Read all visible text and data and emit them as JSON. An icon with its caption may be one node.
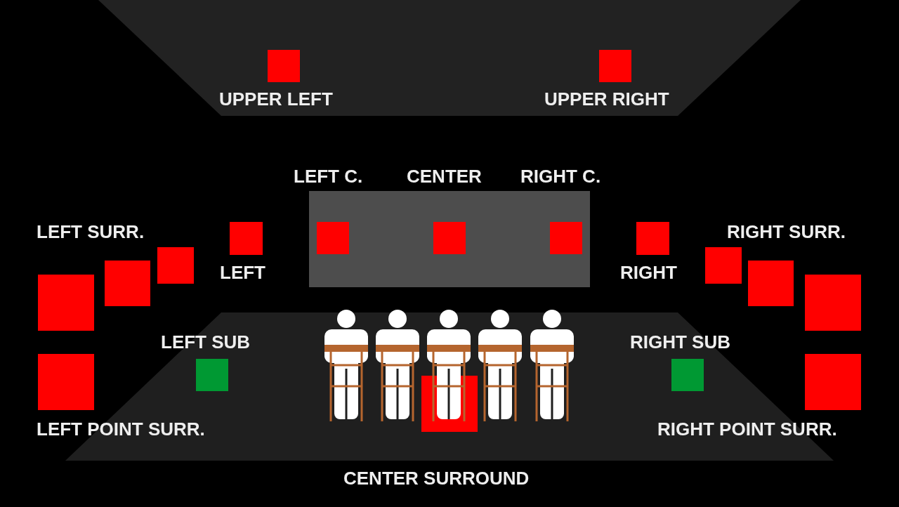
{
  "diagram": {
    "nodes": [
      {
        "text": [],
        "shape": "box"
      },
      {
        "text": [],
        "shape": "box"
      },
      {
        "text": [],
        "shape": "box"
      },
      {
        "text": [],
        "shape": "box",
        "in": 2
      },
      {
        "text": [],
        "shape": "box",
        "in": 2
      },
      {
        "text": [],
        "shape": "box",
        "in": 2
      },
      {
        "text": [],
        "shape": "box"
      },
      {
        "text": [],
        "shape": "box"
      },
      {
        "text": [],
        "shape": "box"
      },
      {
        "text": [],
        "shape": "box"
      },
      {
        "text": [],
        "shape": "box"
      },
      {
        "text": [],
        "shape": "box"
      },
      {
        "text": [],
        "shape": "box"
      },
      {
        "text": [],
        "shape": "box"
      },
      {
        "text": [],
        "shape": "box"
      },
      {
        "text": [],
        "shape": "box"
      },
      {
        "text": [],
        "shape": "box"
      },
      {
        "text": [],
        "shape": "box"
      },
      {
        "text": [],
        "shape": "box"
      }
    ],
    "labels": [
      "UPPER LEFT",
      "UPPER RIGHT",
      "LEFT C.",
      "CENTER",
      "RIGHT C.",
      "LEFT SURR.",
      "RIGHT SURR.",
      "LEFT",
      "RIGHT",
      "LEFT SUB",
      "RIGHT SUB",
      "LEFT POINT SURR.",
      "RIGHT POINT SURR.",
      "CENTER SURROUND"
    ]
  }
}
